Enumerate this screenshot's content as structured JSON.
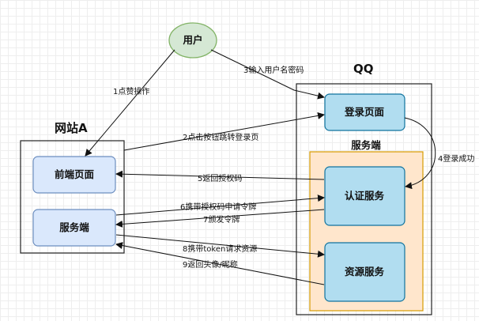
{
  "nodes": {
    "user": "用户",
    "site_a": "网站A",
    "qq": "QQ",
    "frontend": "前端页面",
    "site_server": "服务端",
    "qq_server": "服务端",
    "login_page": "登录页面",
    "auth_service": "认证服务",
    "resource_service": "资源服务"
  },
  "edges": {
    "e1": "1点赞操作",
    "e2": "2点击按钮跳转登录页",
    "e3": "3输入用户名密码",
    "e4": "4登录成功",
    "e5": "5返回授权码",
    "e6": "6携带授权码申请令牌",
    "e7": "7颁发令牌",
    "e8": "8携带token请求资源",
    "e9": "9返回头像/昵称"
  },
  "colors": {
    "user_fill": "#d5e8d4",
    "user_stroke": "#82b366",
    "left_box_fill": "#dae8fc",
    "left_box_stroke": "#6c8ebf",
    "qq_box_fill": "#b1ddf0",
    "qq_box_stroke": "#10739e",
    "server_area_fill": "#ffe6cc",
    "server_area_stroke": "#d79b00"
  }
}
